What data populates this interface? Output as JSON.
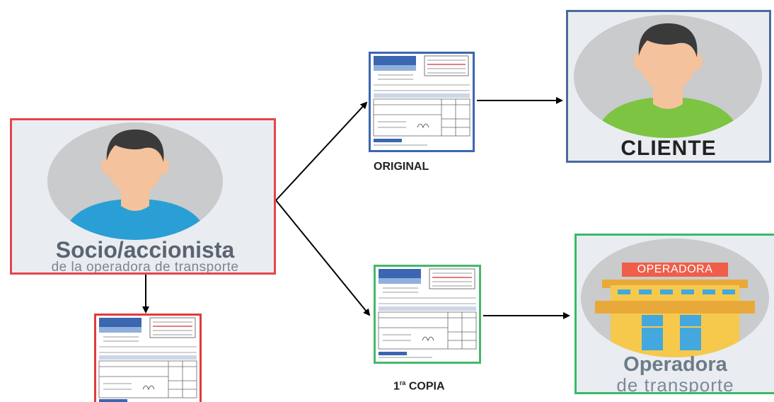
{
  "socio": {
    "title": "Socio/accionista",
    "subtitle": "de la operadora de transporte"
  },
  "documents": {
    "original_label": "ORIGINAL",
    "copy_label_number": "1",
    "copy_label_suffix": "ra",
    "copy_label_word": "COPIA"
  },
  "cliente": {
    "label": "CLIENTE"
  },
  "operadora": {
    "sign": "OPERADORA",
    "title": "Operadora",
    "subtitle": "de transporte"
  },
  "colors": {
    "socio_border": "#e5454c",
    "cliente_border": "#4a6a9c",
    "operadora_border": "#3bb86a",
    "doc_red": "#e23a3a",
    "doc_blue": "#3b66b0",
    "doc_green": "#45b86b",
    "shirt_blue": "#2a9fd6",
    "shirt_green": "#7dc443",
    "skin": "#f4c29c",
    "hair": "#3b3a3a",
    "socio_text": "#5b6470",
    "operadora_text": "#6e7b88",
    "building": "#f6c94d",
    "sign_red": "#ef5e49",
    "window_blue": "#43a8dd"
  }
}
